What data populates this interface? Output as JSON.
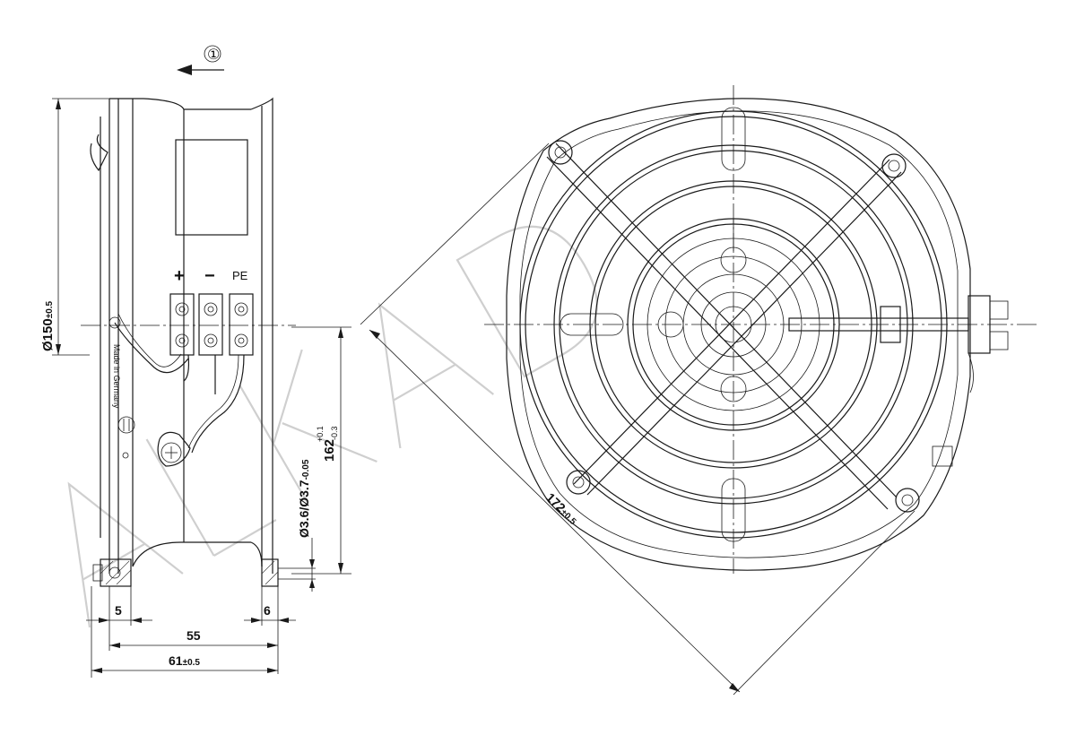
{
  "side_view": {
    "airflow_marker": "①",
    "terminal_plus": "+",
    "terminal_minus": "−",
    "terminal_pe": "PE",
    "stamp_made_in": "Made in Germany",
    "dim_diameter_main": "Ø150",
    "dim_diameter_main_tol": "±0.5",
    "dim_hole": "Ø3.6/Ø3.7",
    "dim_hole_tol": "-0.05",
    "dim_height": "162",
    "dim_height_tol_upper": "+0.1",
    "dim_height_tol_lower": "-0.3",
    "dim_left_flange": "5",
    "dim_right_flange": "6",
    "dim_inner_depth": "55",
    "dim_total_depth": "61",
    "dim_total_depth_tol": "±0.5"
  },
  "front_view": {
    "dim_diagonal": "172",
    "dim_diagonal_tol": "±0.5"
  },
  "watermark": "ALKAD",
  "colors": {
    "line": "#1a1a1a",
    "watermark": "#cfcfcf",
    "background": "#ffffff"
  }
}
